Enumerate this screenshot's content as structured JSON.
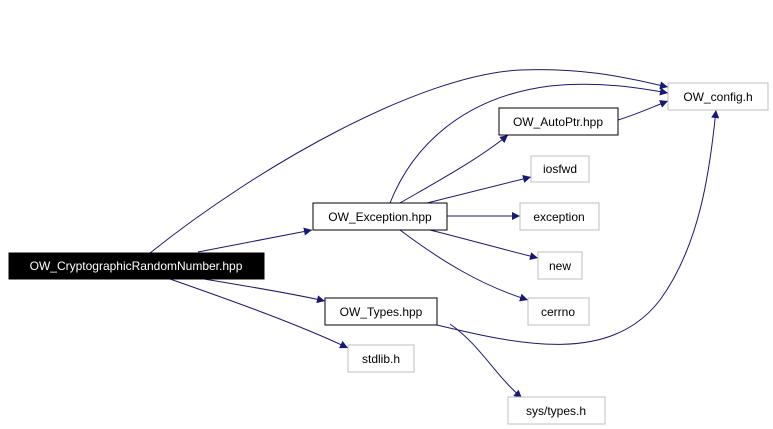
{
  "graph": {
    "root": "OW_CryptographicRandomNumber.hpp",
    "nodes": [
      {
        "id": "root",
        "label": "OW_CryptographicRandomNumber.hpp",
        "kind": "root"
      },
      {
        "id": "exception_hpp",
        "label": "OW_Exception.hpp",
        "kind": "documented"
      },
      {
        "id": "types_hpp",
        "label": "OW_Types.hpp",
        "kind": "documented"
      },
      {
        "id": "autoptr_hpp",
        "label": "OW_AutoPtr.hpp",
        "kind": "documented"
      },
      {
        "id": "config_h",
        "label": "OW_config.h",
        "kind": "external"
      },
      {
        "id": "iosfwd",
        "label": "iosfwd",
        "kind": "external"
      },
      {
        "id": "exception",
        "label": "exception",
        "kind": "external"
      },
      {
        "id": "new",
        "label": "new",
        "kind": "external"
      },
      {
        "id": "cerrno",
        "label": "cerrno",
        "kind": "external"
      },
      {
        "id": "stdlib_h",
        "label": "stdlib.h",
        "kind": "external"
      },
      {
        "id": "sys_types_h",
        "label": "sys/types.h",
        "kind": "external"
      }
    ],
    "edges": [
      {
        "from": "root",
        "to": "config_h"
      },
      {
        "from": "root",
        "to": "exception_hpp"
      },
      {
        "from": "root",
        "to": "types_hpp"
      },
      {
        "from": "root",
        "to": "stdlib_h"
      },
      {
        "from": "exception_hpp",
        "to": "config_h"
      },
      {
        "from": "exception_hpp",
        "to": "autoptr_hpp"
      },
      {
        "from": "exception_hpp",
        "to": "iosfwd"
      },
      {
        "from": "exception_hpp",
        "to": "exception"
      },
      {
        "from": "exception_hpp",
        "to": "new"
      },
      {
        "from": "exception_hpp",
        "to": "cerrno"
      },
      {
        "from": "autoptr_hpp",
        "to": "config_h"
      },
      {
        "from": "types_hpp",
        "to": "config_h"
      },
      {
        "from": "types_hpp",
        "to": "sys_types_h"
      }
    ],
    "colors": {
      "edge": "#191970",
      "root_fill": "#000000",
      "root_text": "#ffffff",
      "documented_border": "#000000",
      "external_border": "#bfbfbf",
      "node_fill": "#ffffff"
    }
  }
}
